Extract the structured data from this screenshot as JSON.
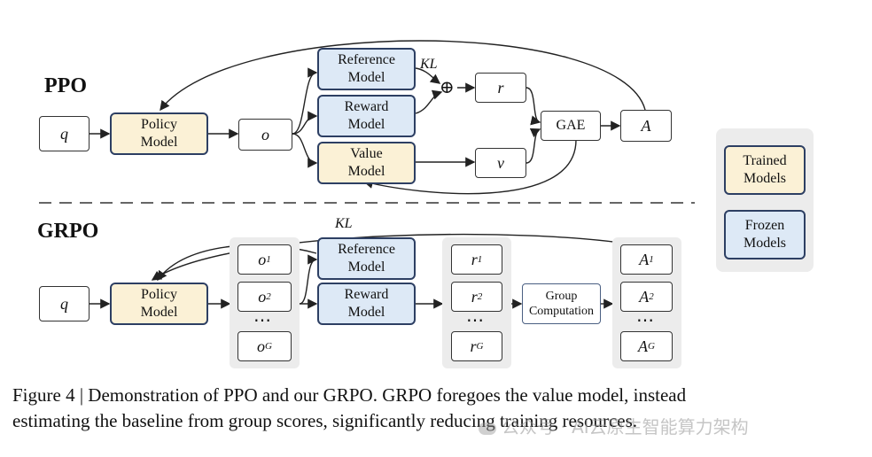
{
  "ppo": {
    "title": "PPO",
    "q": "q",
    "policy": "Policy\nModel",
    "o": "o",
    "reference": "Reference\nModel",
    "reward": "Reward\nModel",
    "value": "Value\nModel",
    "kl": "KL",
    "plus": "⊕",
    "r": "r",
    "v": "v",
    "gae": "GAE",
    "a": "A"
  },
  "grpo": {
    "title": "GRPO",
    "q": "q",
    "policy": "Policy\nModel",
    "kl": "KL",
    "o1": "o",
    "o2": "o",
    "og": "o",
    "o_sub": [
      "1",
      "2",
      "G"
    ],
    "reference": "Reference\nModel",
    "reward": "Reward\nModel",
    "r1": "r",
    "r2": "r",
    "rg": "r",
    "r_sub": [
      "1",
      "2",
      "G"
    ],
    "group": "Group\nComputation",
    "a1": "A",
    "a2": "A",
    "ag": "A",
    "a_sub": [
      "1",
      "2",
      "G"
    ],
    "dots": "⋯"
  },
  "legend": {
    "trained": "Trained\nModels",
    "frozen": "Frozen\nModels"
  },
  "caption": {
    "line1": "Figure 4 | Demonstration of PPO and our GRPO. GRPO foregoes the value model, instead",
    "line2": "estimating the baseline from group scores, significantly reducing training resources."
  },
  "watermark": "公众号 · AI云原生智能算力架构",
  "colors": {
    "trained_fill": "#fbf1d6",
    "frozen_fill": "#dde9f6",
    "model_border": "#2d3f63",
    "group_bg": "#ececec"
  }
}
